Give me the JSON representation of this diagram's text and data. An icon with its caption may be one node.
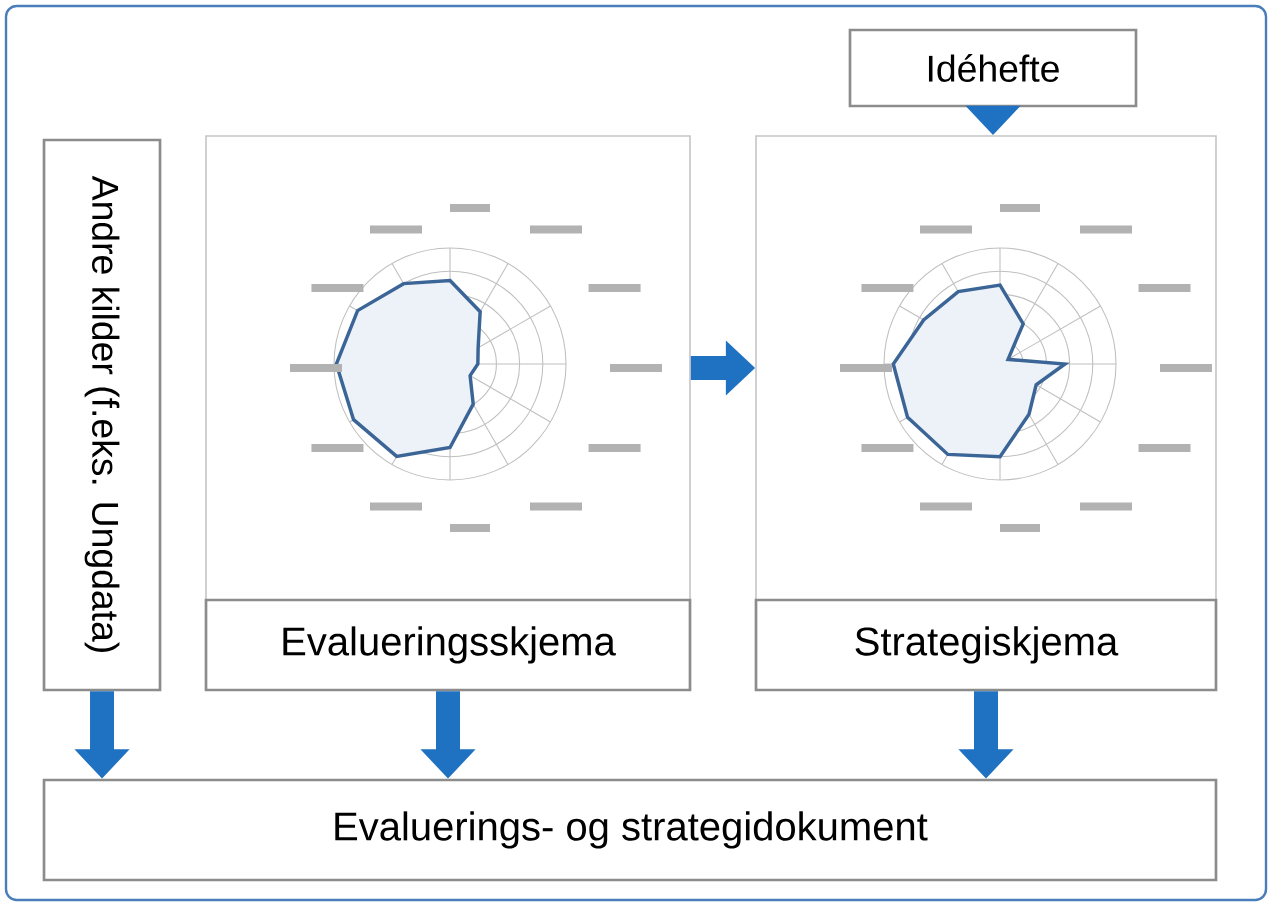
{
  "diagram": {
    "nodes": [
      {
        "text": [
          "Idéhefte"
        ]
      },
      {
        "text": [
          "Andre kilder (f.eks. Ungdata)"
        ]
      },
      {
        "text": [],
        "shape": "picture"
      },
      {
        "text": [
          "Evalueringsskjema"
        ]
      },
      {
        "text": [],
        "shape": "picture"
      },
      {
        "text": [
          "Strategiskjema"
        ]
      },
      {
        "text": [
          "Evaluerings- og strategidokument"
        ]
      }
    ],
    "edges": [
      {
        "from": 0,
        "to": 4,
        "arrow": "to"
      },
      {
        "from": 2,
        "to": 4,
        "arrow": "to"
      },
      {
        "from": 1,
        "to": 6,
        "arrow": "to"
      },
      {
        "from": 3,
        "to": 6,
        "arrow": "to"
      },
      {
        "from": 5,
        "to": 6,
        "arrow": "to"
      }
    ]
  }
}
